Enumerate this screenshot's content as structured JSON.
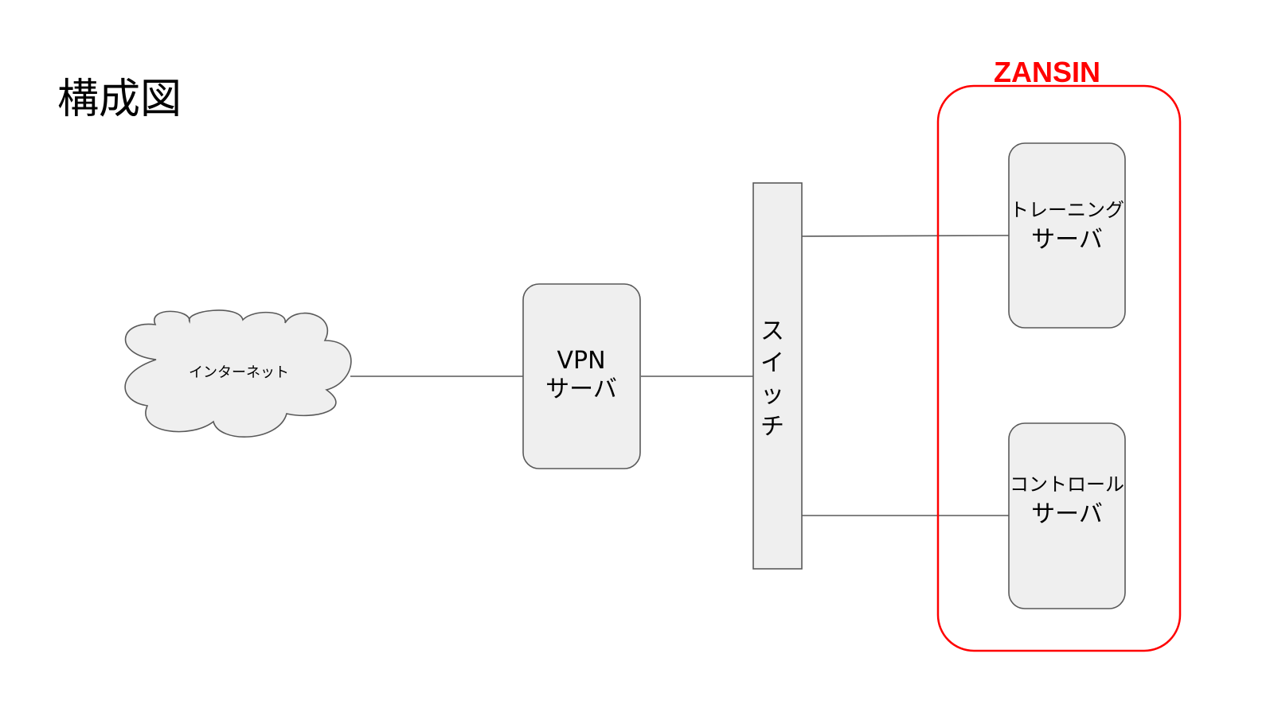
{
  "title": "構成図",
  "colors": {
    "node_fill": "#efefef",
    "node_stroke": "#595959",
    "connector": "#595959",
    "zansin_group": "#ff0000"
  },
  "group": {
    "label": "ZANSIN"
  },
  "nodes": {
    "internet": {
      "shape": "cloud",
      "label": "インターネット"
    },
    "vpn_server": {
      "shape": "rounded-rect",
      "line1": "VPN",
      "line2": "サーバ"
    },
    "switch": {
      "shape": "rect",
      "chars": [
        "ス",
        "イ",
        "ッ",
        "チ"
      ]
    },
    "training_server": {
      "shape": "rounded-rect",
      "line1": "トレーニング",
      "line2": "サーバ"
    },
    "control_server": {
      "shape": "rounded-rect",
      "line1": "コントロール",
      "line2": "サーバ"
    }
  },
  "edges": [
    {
      "from": "internet",
      "to": "vpn_server"
    },
    {
      "from": "vpn_server",
      "to": "switch"
    },
    {
      "from": "switch",
      "to": "training_server"
    },
    {
      "from": "switch",
      "to": "control_server"
    }
  ]
}
